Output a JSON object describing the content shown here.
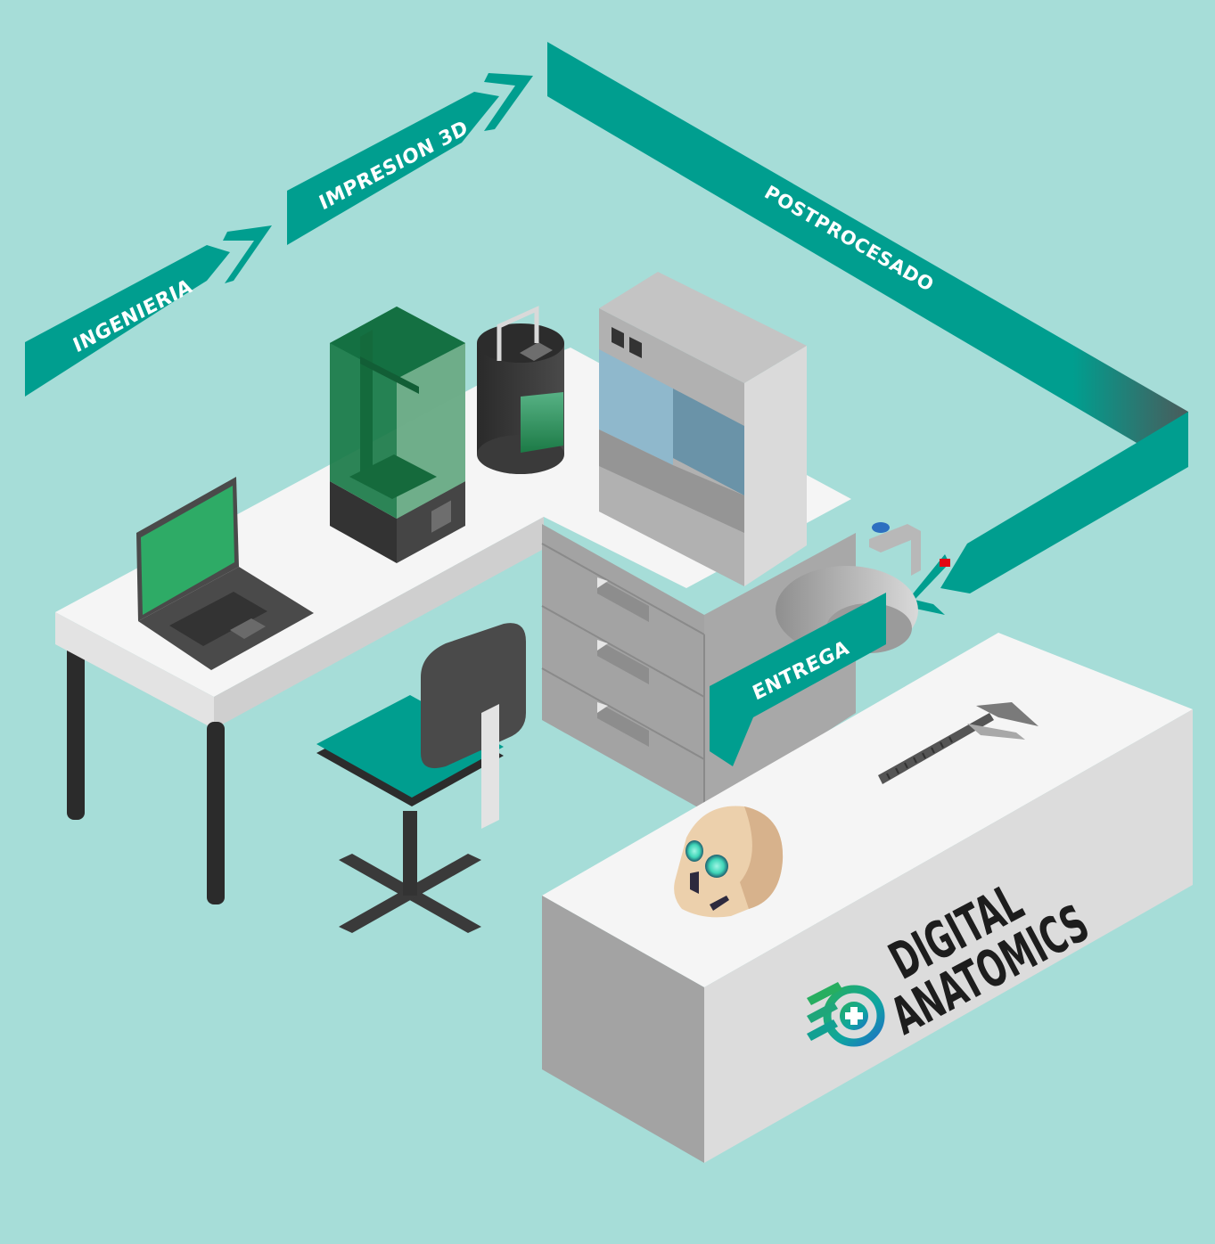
{
  "colors": {
    "background": "#a6ddd8",
    "accent_teal": "#009e8f",
    "desk_top": "#f5f5f5",
    "desk_edge": "#dcdcdc",
    "cabinet_gray": "#a3a3a3",
    "dark_gray": "#3d3d3d",
    "printer_green": "#1a7a48",
    "laptop_screen": "#2eab66",
    "hood_glass": "#8fb8cc",
    "skull": "#ecd0ac",
    "skull_glow": "#3fe0c0"
  },
  "process_steps": [
    {
      "id": "ingenieria",
      "label": "INGENIERIA"
    },
    {
      "id": "impresion",
      "label": "IMPRESION 3D"
    },
    {
      "id": "postprocesado",
      "label": "POSTPROCESADO"
    },
    {
      "id": "entrega",
      "label": "ENTREGA"
    }
  ],
  "brand": {
    "line1": "DIGITAL",
    "line2": "ANATOMICS"
  },
  "objects": [
    "laptop",
    "sla-3d-printer",
    "curing-station",
    "fume-hood",
    "drawer-cabinet",
    "sink",
    "office-chair",
    "caliper",
    "skull-model",
    "reception-counter"
  ]
}
